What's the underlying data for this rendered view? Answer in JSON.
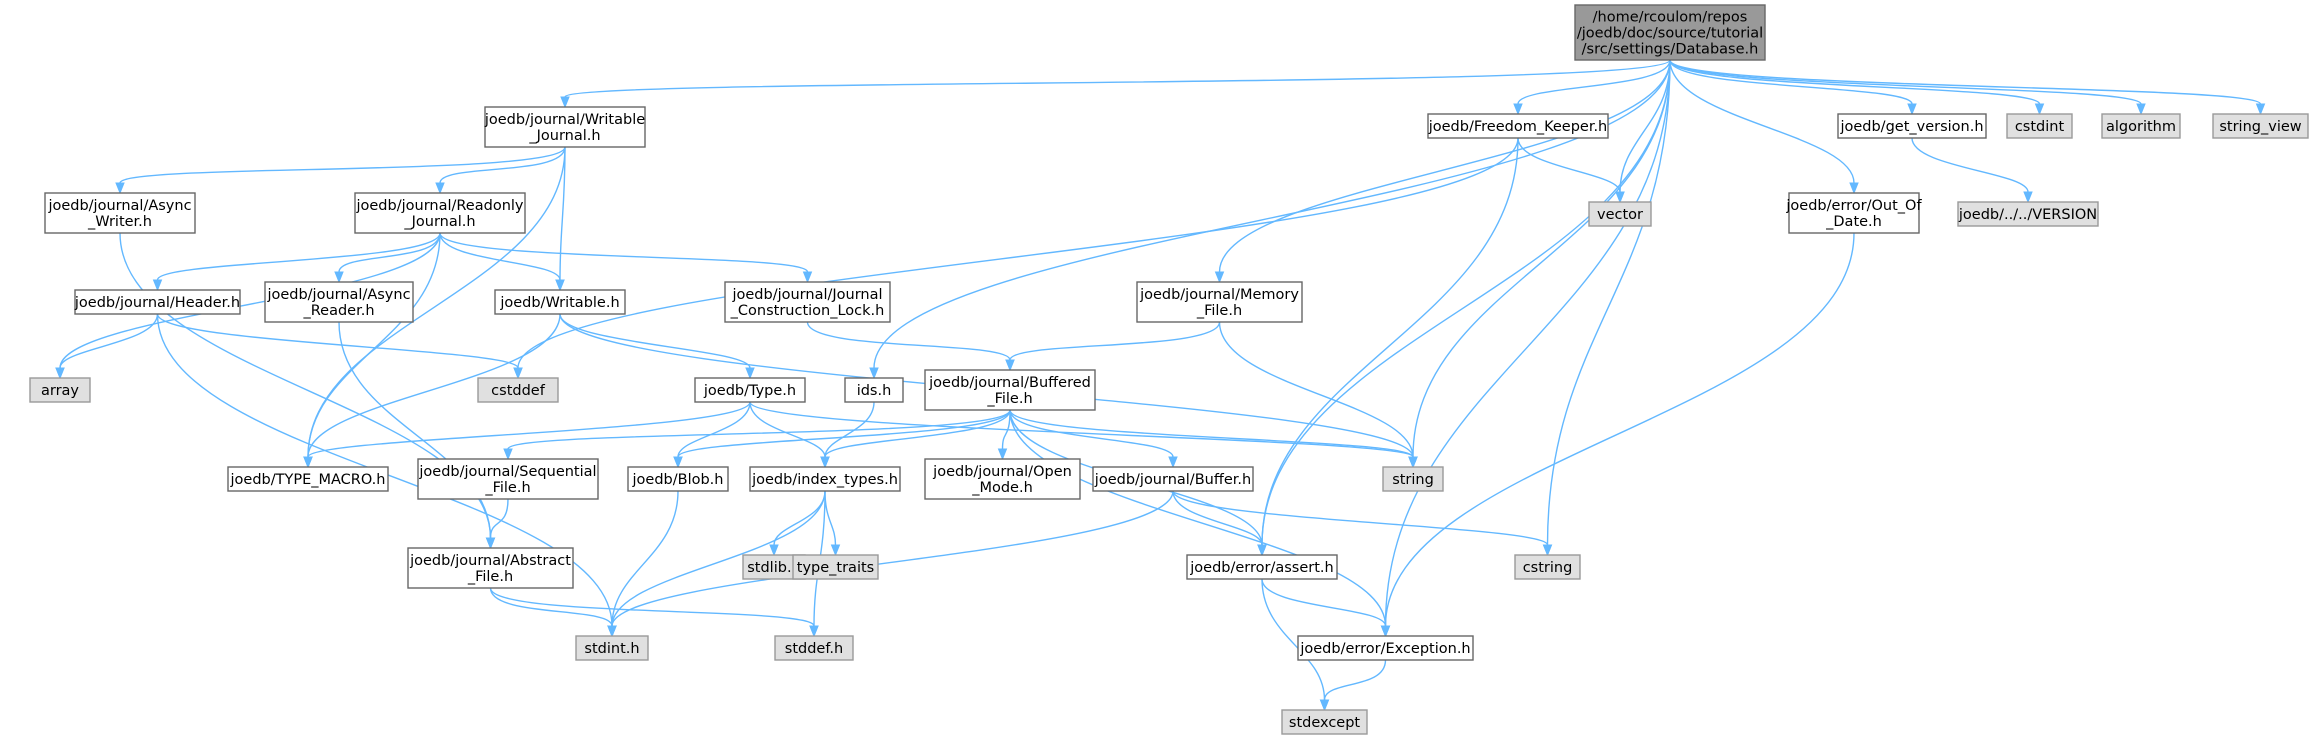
{
  "colors": {
    "edge": "#63b8ff",
    "root_fill": "#999999",
    "system_fill": "#e0e0e0",
    "node_fill": "#ffffff",
    "node_border": "#666666"
  },
  "nodes": {
    "root": {
      "lines": [
        "/home/rcoulom/repos",
        "/joedb/doc/source/tutorial",
        "/src/settings/Database.h"
      ],
      "kind": "root"
    },
    "writable_journal": {
      "lines": [
        "joedb/journal/Writable",
        "_Journal.h"
      ],
      "kind": "normal"
    },
    "async_writer": {
      "lines": [
        "joedb/journal/Async",
        "_Writer.h"
      ],
      "kind": "normal"
    },
    "readonly_journal": {
      "lines": [
        "joedb/journal/Readonly",
        "_Journal.h"
      ],
      "kind": "normal"
    },
    "header": {
      "lines": [
        "joedb/journal/Header.h"
      ],
      "kind": "normal"
    },
    "async_reader": {
      "lines": [
        "joedb/journal/Async",
        "_Reader.h"
      ],
      "kind": "normal"
    },
    "writable": {
      "lines": [
        "joedb/Writable.h"
      ],
      "kind": "normal"
    },
    "construction_lock": {
      "lines": [
        "joedb/journal/Journal",
        "_Construction_Lock.h"
      ],
      "kind": "normal"
    },
    "array": {
      "lines": [
        "array"
      ],
      "kind": "system"
    },
    "cstddef": {
      "lines": [
        "cstddef"
      ],
      "kind": "system"
    },
    "type": {
      "lines": [
        "joedb/Type.h"
      ],
      "kind": "normal"
    },
    "ids": {
      "lines": [
        "ids.h"
      ],
      "kind": "normal"
    },
    "buffered_file": {
      "lines": [
        "joedb/journal/Buffered",
        "_File.h"
      ],
      "kind": "normal"
    },
    "type_macro": {
      "lines": [
        "joedb/TYPE_MACRO.h"
      ],
      "kind": "normal"
    },
    "sequential_file": {
      "lines": [
        "joedb/journal/Sequential",
        "_File.h"
      ],
      "kind": "normal"
    },
    "blob": {
      "lines": [
        "joedb/Blob.h"
      ],
      "kind": "normal"
    },
    "index_types": {
      "lines": [
        "joedb/index_types.h"
      ],
      "kind": "normal"
    },
    "open_mode": {
      "lines": [
        "joedb/journal/Open",
        "_Mode.h"
      ],
      "kind": "normal"
    },
    "buffer": {
      "lines": [
        "joedb/journal/Buffer.h"
      ],
      "kind": "normal"
    },
    "abstract_file": {
      "lines": [
        "joedb/journal/Abstract",
        "_File.h"
      ],
      "kind": "normal"
    },
    "stdlib": {
      "lines": [
        "stdlib.h"
      ],
      "kind": "system"
    },
    "type_traits": {
      "lines": [
        "type_traits"
      ],
      "kind": "system"
    },
    "stdint": {
      "lines": [
        "stdint.h"
      ],
      "kind": "system"
    },
    "stddef": {
      "lines": [
        "stddef.h"
      ],
      "kind": "system"
    },
    "memory_file": {
      "lines": [
        "joedb/journal/Memory",
        "_File.h"
      ],
      "kind": "normal"
    },
    "freedom_keeper": {
      "lines": [
        "joedb/Freedom_Keeper.h"
      ],
      "kind": "normal"
    },
    "vector": {
      "lines": [
        "vector"
      ],
      "kind": "system"
    },
    "string": {
      "lines": [
        "string"
      ],
      "kind": "system"
    },
    "assert": {
      "lines": [
        "joedb/error/assert.h"
      ],
      "kind": "normal"
    },
    "exception": {
      "lines": [
        "joedb/error/Exception.h"
      ],
      "kind": "normal"
    },
    "stdexcept": {
      "lines": [
        "stdexcept"
      ],
      "kind": "system"
    },
    "cstring": {
      "lines": [
        "cstring"
      ],
      "kind": "system"
    },
    "out_of_date": {
      "lines": [
        "joedb/error/Out_Of",
        "_Date.h"
      ],
      "kind": "normal"
    },
    "get_version": {
      "lines": [
        "joedb/get_version.h"
      ],
      "kind": "normal"
    },
    "version": {
      "lines": [
        "joedb/../../VERSION"
      ],
      "kind": "system"
    },
    "cstdint": {
      "lines": [
        "cstdint"
      ],
      "kind": "system"
    },
    "algorithm": {
      "lines": [
        "algorithm"
      ],
      "kind": "system"
    },
    "string_view": {
      "lines": [
        "string_view"
      ],
      "kind": "system"
    }
  },
  "edges": [
    [
      "root",
      "writable_journal"
    ],
    [
      "root",
      "ids"
    ],
    [
      "root",
      "memory_file"
    ],
    [
      "root",
      "freedom_keeper"
    ],
    [
      "root",
      "string"
    ],
    [
      "root",
      "assert"
    ],
    [
      "root",
      "vector"
    ],
    [
      "root",
      "cstring"
    ],
    [
      "root",
      "exception"
    ],
    [
      "root",
      "out_of_date"
    ],
    [
      "root",
      "get_version"
    ],
    [
      "root",
      "cstdint"
    ],
    [
      "root",
      "algorithm"
    ],
    [
      "root",
      "string_view"
    ],
    [
      "writable_journal",
      "async_writer"
    ],
    [
      "writable_journal",
      "readonly_journal"
    ],
    [
      "writable_journal",
      "writable"
    ],
    [
      "writable_journal",
      "type_macro"
    ],
    [
      "async_writer",
      "abstract_file"
    ],
    [
      "readonly_journal",
      "array"
    ],
    [
      "readonly_journal",
      "header"
    ],
    [
      "readonly_journal",
      "async_reader"
    ],
    [
      "readonly_journal",
      "writable"
    ],
    [
      "readonly_journal",
      "construction_lock"
    ],
    [
      "readonly_journal",
      "type_macro"
    ],
    [
      "header",
      "array"
    ],
    [
      "header",
      "cstddef"
    ],
    [
      "header",
      "stdint"
    ],
    [
      "async_reader",
      "abstract_file"
    ],
    [
      "writable",
      "type"
    ],
    [
      "writable",
      "type_macro"
    ],
    [
      "writable",
      "string"
    ],
    [
      "construction_lock",
      "buffered_file"
    ],
    [
      "type",
      "type_macro"
    ],
    [
      "type",
      "blob"
    ],
    [
      "type",
      "index_types"
    ],
    [
      "type",
      "string"
    ],
    [
      "ids",
      "index_types"
    ],
    [
      "buffered_file",
      "sequential_file"
    ],
    [
      "buffered_file",
      "blob"
    ],
    [
      "buffered_file",
      "index_types"
    ],
    [
      "buffered_file",
      "open_mode"
    ],
    [
      "buffered_file",
      "buffer"
    ],
    [
      "buffered_file",
      "string"
    ],
    [
      "buffered_file",
      "assert"
    ],
    [
      "buffered_file",
      "exception"
    ],
    [
      "memory_file",
      "buffered_file"
    ],
    [
      "memory_file",
      "string"
    ],
    [
      "freedom_keeper",
      "cstddef"
    ],
    [
      "freedom_keeper",
      "vector"
    ],
    [
      "freedom_keeper",
      "assert"
    ],
    [
      "sequential_file",
      "abstract_file"
    ],
    [
      "blob",
      "stdint"
    ],
    [
      "index_types",
      "stdlib"
    ],
    [
      "index_types",
      "type_traits"
    ],
    [
      "index_types",
      "stdint"
    ],
    [
      "index_types",
      "stddef"
    ],
    [
      "buffer",
      "assert"
    ],
    [
      "buffer",
      "cstring"
    ],
    [
      "buffer",
      "stdint"
    ],
    [
      "abstract_file",
      "stdint"
    ],
    [
      "abstract_file",
      "stddef"
    ],
    [
      "assert",
      "exception"
    ],
    [
      "assert",
      "stdexcept"
    ],
    [
      "exception",
      "stdexcept"
    ],
    [
      "out_of_date",
      "exception"
    ],
    [
      "get_version",
      "version"
    ]
  ]
}
